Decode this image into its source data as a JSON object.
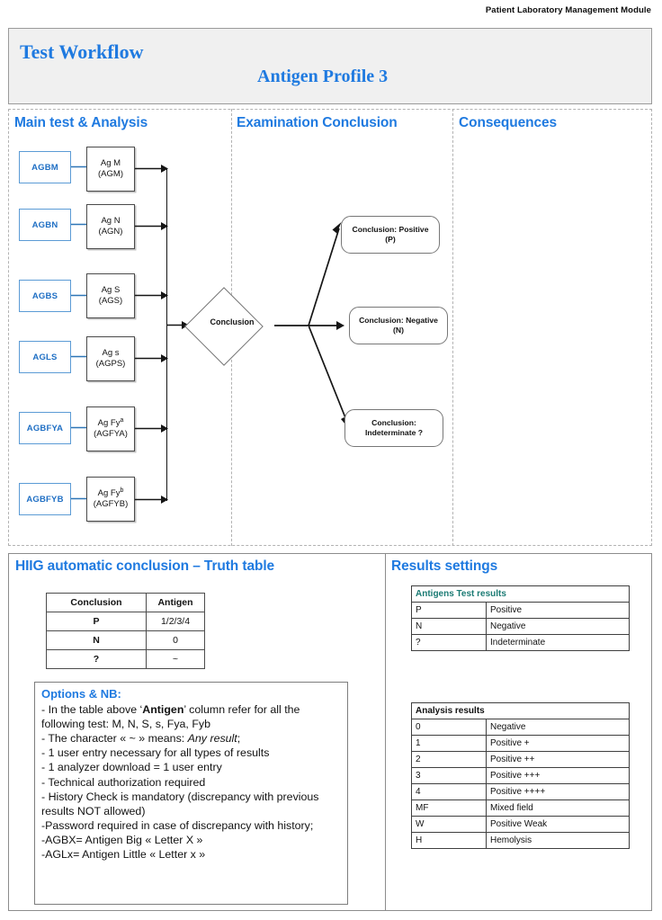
{
  "module_caption": "Patient Laboratory Management Module",
  "header": {
    "workflow_title": "Test Workflow",
    "profile_title": "Antigen Profile 3"
  },
  "colors": {
    "accent_blue": "#1f7ae0",
    "input_box_blue": "#1f6fc4",
    "input_box_border": "#5b9bd5",
    "teal_header": "#1a7a73",
    "header_band_bg": "#f0f0f0"
  },
  "lanes": {
    "main": "Main test & Analysis",
    "exam": "Examination Conclusion",
    "consequences": "Consequences"
  },
  "flow": {
    "inputs": [
      {
        "label": "AGBM"
      },
      {
        "label": "AGBN"
      },
      {
        "label": "AGBS"
      },
      {
        "label": "AGLS"
      },
      {
        "label": "AGBFYA"
      },
      {
        "label": "AGBFYB"
      }
    ],
    "tests": [
      {
        "line1": "Ag M",
        "sup": "",
        "line2": "(AGM)"
      },
      {
        "line1": "Ag N",
        "sup": "",
        "line2": "(AGN)"
      },
      {
        "line1": "Ag S",
        "sup": "",
        "line2": "(AGS)"
      },
      {
        "line1": "Ag s",
        "sup": "",
        "line2": "(AGPS)"
      },
      {
        "line1": "Ag Fy",
        "sup": "a",
        "line2": "(AGFYA)"
      },
      {
        "line1": "Ag Fy",
        "sup": "b",
        "line2": "(AGFYB)"
      }
    ],
    "decision": "Conclusion",
    "outcomes": [
      {
        "line1": "Conclusion: Positive",
        "line2": "(P)"
      },
      {
        "line1": "Conclusion: Negative",
        "line2": "(N)"
      },
      {
        "line1": "Conclusion:",
        "line2": "Indeterminate ?"
      }
    ]
  },
  "truth_panel": {
    "title": "HIIG automatic conclusion – Truth table",
    "table": {
      "headers": [
        "Conclusion",
        "Antigen"
      ],
      "rows": [
        {
          "conclusion": "P",
          "antigen": "1/2/3/4"
        },
        {
          "conclusion": "N",
          "antigen": "0"
        },
        {
          "conclusion": "?",
          "antigen": "~"
        }
      ]
    },
    "options": {
      "title": "Options & NB:",
      "line_1a": "- In the table above ‘",
      "line_1b": "Antigen",
      "line_1c": "’ column refer for all the following test: M, N, S, s, Fya, Fyb",
      "line_2a": "- The character « ~ » means: ",
      "line_2b": "Any result",
      "line_2c": ";",
      "line_3": "- 1 user entry necessary for all types of results",
      "line_4": "- 1 analyzer download = 1 user entry",
      "line_5": "- Technical authorization required",
      "line_6": "- History Check is mandatory (discrepancy with previous results NOT allowed)",
      "line_7": "-Password required in case of discrepancy with history;",
      "line_8": "-AGBX= Antigen Big « Letter X »",
      "line_9": "-AGLx= Antigen Little « Letter x »"
    }
  },
  "results_panel": {
    "title": "Results settings",
    "antigen_table": {
      "header": "Antigens Test results",
      "rows": [
        {
          "code": "P",
          "desc": "Positive"
        },
        {
          "code": "N",
          "desc": "Negative"
        },
        {
          "code": "?",
          "desc": "Indeterminate"
        }
      ]
    },
    "analysis_table": {
      "header": "Analysis results",
      "rows": [
        {
          "code": "0",
          "desc": "Negative"
        },
        {
          "code": "1",
          "desc": "Positive +"
        },
        {
          "code": "2",
          "desc": "Positive ++"
        },
        {
          "code": "3",
          "desc": "Positive +++"
        },
        {
          "code": "4",
          "desc": "Positive ++++"
        },
        {
          "code": "MF",
          "desc": "Mixed field"
        },
        {
          "code": "W",
          "desc": "Positive Weak"
        },
        {
          "code": "H",
          "desc": "Hemolysis"
        }
      ]
    }
  }
}
